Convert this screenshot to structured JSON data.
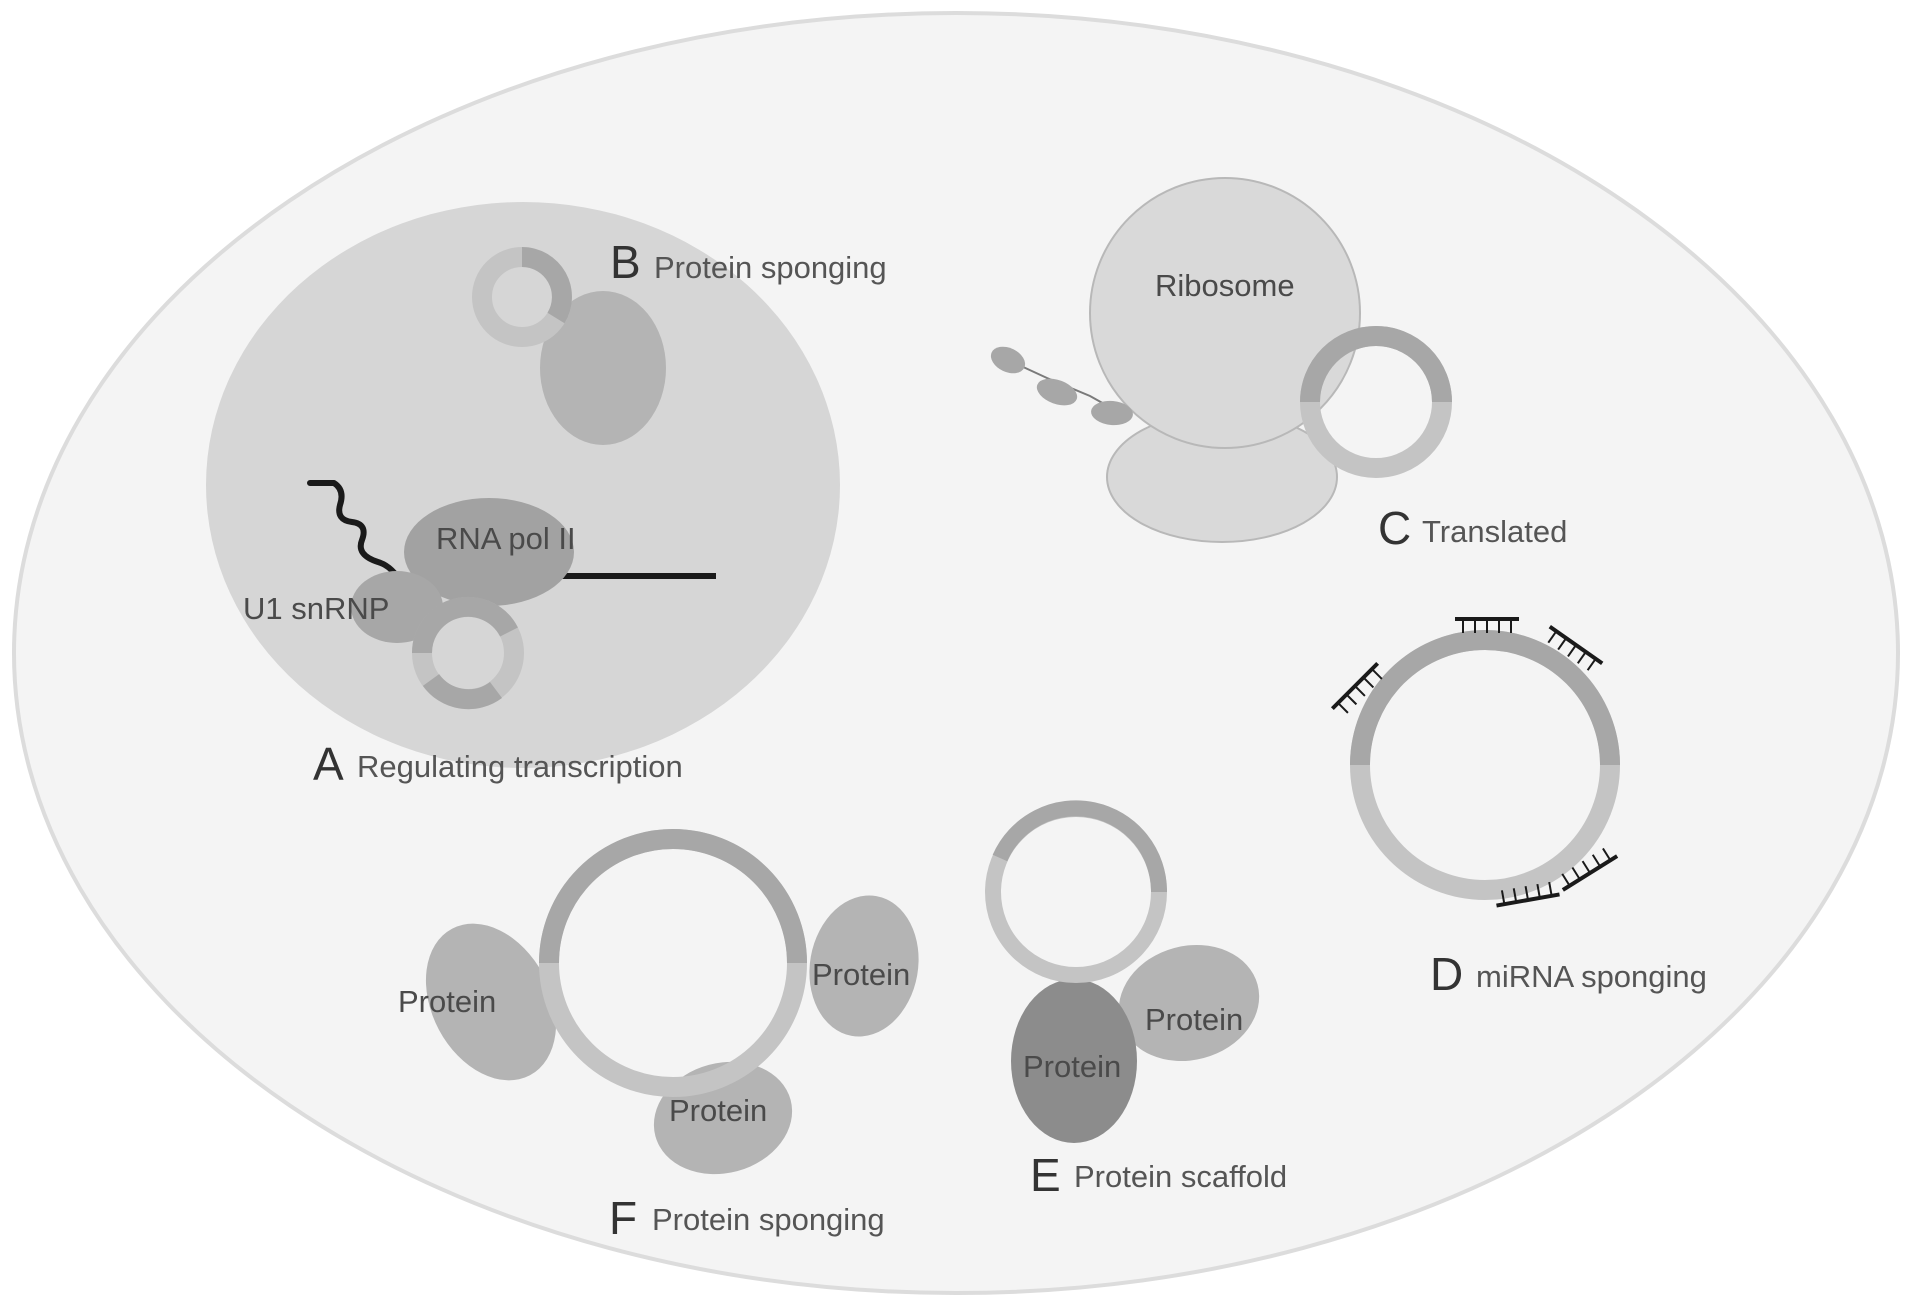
{
  "panels": {
    "a": {
      "letter": "A",
      "caption": "Regulating transcription"
    },
    "b": {
      "letter": "B",
      "caption": "Protein sponging"
    },
    "c": {
      "letter": "C",
      "caption": "Translated"
    },
    "d": {
      "letter": "D",
      "caption": "miRNA sponging"
    },
    "e": {
      "letter": "E",
      "caption": "Protein scaffold"
    },
    "f": {
      "letter": "F",
      "caption": "Protein sponging"
    }
  },
  "labels": {
    "rna_pol": "RNA pol II",
    "u1": "U1 snRNP",
    "ribosome": "Ribosome",
    "protein": "Protein"
  },
  "colors": {
    "cell_fill": "#f4f4f4",
    "cell_stroke": "#dcdcdc",
    "nucleus": "#d6d6d6",
    "ring_dark": "#a7a7a7",
    "ring_light": "#c4c4c4",
    "protein": "#b4b4b4",
    "protein_dark": "#8c8c8c",
    "pol": "#a2a2a2",
    "ribosome": "#d9d9d9",
    "line": "#1a1a1a"
  }
}
